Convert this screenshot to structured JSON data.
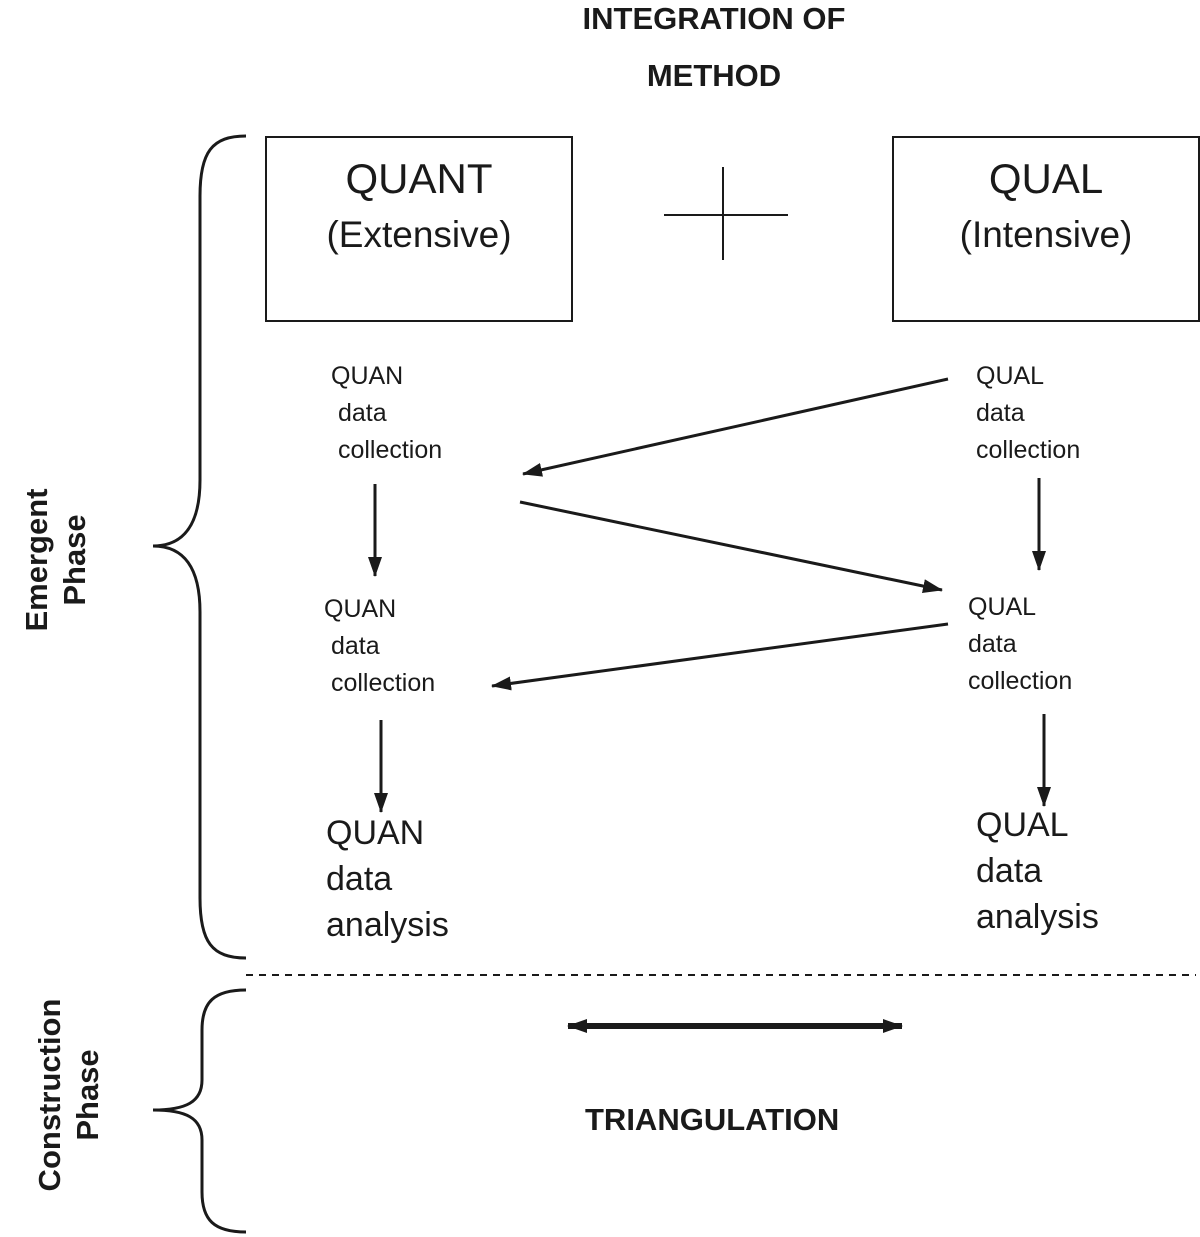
{
  "title": {
    "line1": "INTEGRATION OF",
    "line2": "METHOD"
  },
  "quant_box": {
    "main": "QUANT",
    "sub": "(Extensive)"
  },
  "qual_box": {
    "main": "QUAL",
    "sub": "(Intensive)"
  },
  "left_column": {
    "node1": "QUAN\n data\n collection",
    "node2": "QUAN\n data\n collection",
    "node3": "QUAN\ndata\nanalysis"
  },
  "right_column": {
    "node1": "QUAL\ndata\ncollection",
    "node2": "QUAL\ndata\ncollection",
    "node3": "QUAL\ndata\nanalysis"
  },
  "phases": {
    "emergent_line1": "Emergent",
    "emergent_line2": "Phase",
    "construction_line1": "Construction",
    "construction_line2": "Phase"
  },
  "triangulation": "TRIANGULATION",
  "colors": {
    "ink": "#1a1a1a",
    "background": "#ffffff"
  }
}
